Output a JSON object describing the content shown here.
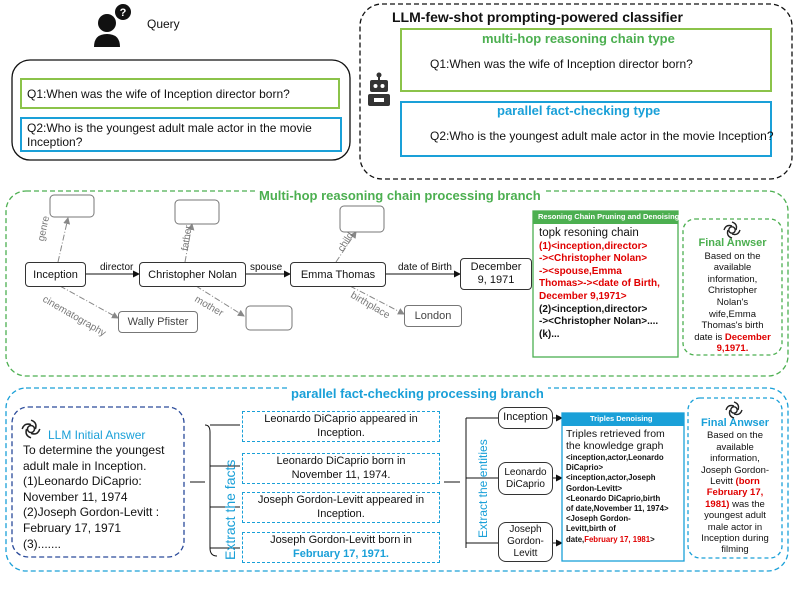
{
  "query": {
    "label": "Query",
    "q1": "Q1:When was the wife of Inception director born?",
    "q2": "Q2:Who is the youngest adult male actor in the movie Inception?"
  },
  "classifier": {
    "title": "LLM-few-shot prompting-powered classifier",
    "type1": "multi-hop reasoning chain type",
    "type1_q": "Q1:When was the wife of Inception director born?",
    "type2": "parallel fact-checking type",
    "type2_q": "Q2:Who is the youngest adult male actor in the movie Inception?"
  },
  "multihop": {
    "title": "Multi-hop reasoning chain processing branch",
    "nodes": {
      "inception": "Inception",
      "nolan": "Christopher Nolan",
      "emma": "Emma Thomas",
      "date_l1": "December",
      "date_l2": "9, 1971",
      "wally": "Wally Pfister",
      "london": "London"
    },
    "edges": {
      "director": "director",
      "spouse": "spouse",
      "date_of_birth": "date of Birth",
      "genre": "genre",
      "father": "father",
      "child": "child",
      "cinematography": "cinematography",
      "mother": "mother",
      "birthplace": "birthplace"
    },
    "pruning": {
      "header": "Resoning Chain Pruning and Denoising",
      "intro": "topk resoning chain",
      "c1_l1": "(1)<inception,director>",
      "c1_l2": "-><Christopher Nolan>",
      "c1_l3": "-><spouse,Emma",
      "c1_l4": "Thomas>-><date of Birth,",
      "c1_l5": "December 9,1971>",
      "c2_l1": "(2)<inception,director>",
      "c2_l2": "-><Christopher Nolan>....",
      "c3": "(k)..."
    },
    "final": {
      "title": "Final Anwser",
      "l1": "Based on the",
      "l2": "available",
      "l3": "information,",
      "l4": "Christopher",
      "l5": "Nolan's",
      "l6": "wife,Emma",
      "l7": "Thomas's birth",
      "l8a": "date is ",
      "l8b": "December",
      "l9": "9,1971."
    }
  },
  "parallel": {
    "title": "parallel fact-checking processing branch",
    "initial": {
      "title": "LLM Initial Answer",
      "l1": "To determine the youngest",
      "l2": "adult male in Inception.",
      "l3": "(1)Leonardo DiCaprio:",
      "l4": "November 11, 1974",
      "l5": "(2)Joseph Gordon-Levitt :",
      "l6": "February 17, 1971",
      "l7": "(3)......."
    },
    "extract_facts": "Extract the facts",
    "extract_entities": "Extract the entities",
    "facts": {
      "f1_l1": "Leonardo DiCaprio appeared in",
      "f1_l2": "Inception.",
      "f2_l1": "Leonardo DiCaprio born in",
      "f2_l2": "November 11, 1974.",
      "f3_l1": "Joseph Gordon-Levitt appeared in",
      "f3_l2": "Inception.",
      "f4_l1": "Joseph Gordon-Levitt born in",
      "f4_l2": "February 17, 1971."
    },
    "entities": {
      "e1": "Inception",
      "e2_l1": "Leonardo",
      "e2_l2": "DiCaprio",
      "e3_l1": "Joseph",
      "e3_l2": "Gordon-",
      "e3_l3": "Levitt"
    },
    "triples": {
      "header": "Triples Denoising",
      "intro_l1": "Triples retrieved from",
      "intro_l2": "the knowledge graph",
      "t1": "<inception,actor,Leonardo",
      "t2": "DiCaprio>",
      "t3": "<inception,actor,Joseph",
      "t4": "Gordon-Levitt>",
      "t5": "<Leonardo DiCaprio,birth",
      "t6": "of date,November 11, 1974>",
      "t7": "<Joseph Gordon-",
      "t8": "Levitt,birth of",
      "t9a": "date,",
      "t9b": "February 17,  1981",
      "t9c": ">"
    },
    "final": {
      "title": "Final Anwser",
      "l1": "Based on the",
      "l2": "available",
      "l3": "information,",
      "l4": "Joseph Gordon-",
      "l5a": "Levitt ",
      "l5b": "(born",
      "l6": "February 17,",
      "l7a": "1981)",
      "l7b": " was the",
      "l8": "youngest adult",
      "l9": "male actor in",
      "l10": "Inception during",
      "l11": "filming"
    }
  },
  "colors": {
    "green": "#4caf50",
    "blue": "#1aa0d8",
    "red": "#e00000",
    "navy": "#2a4a9a"
  },
  "icons": [
    "person-query-icon",
    "robot-icon",
    "openai-logo-icon"
  ]
}
